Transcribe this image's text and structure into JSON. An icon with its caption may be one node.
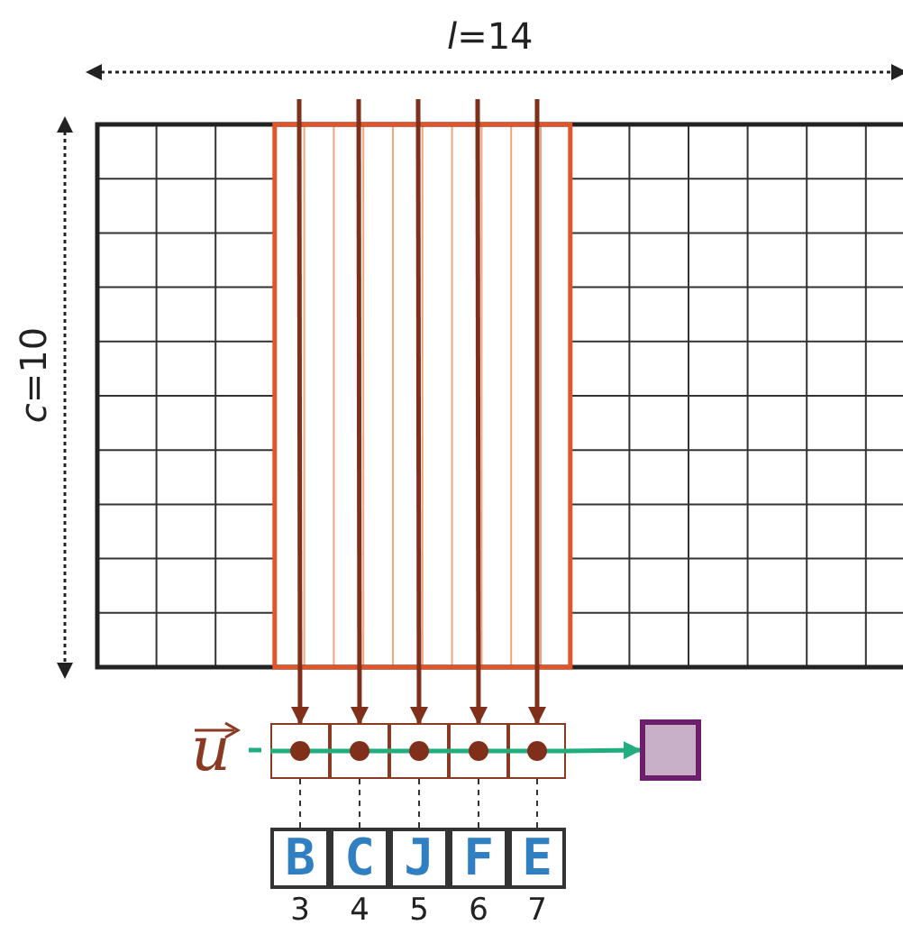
{
  "diagram": {
    "nodes": [
      {
        "text": [],
        "shape": "box"
      },
      {
        "text": [],
        "shape": "box"
      },
      {
        "text": [],
        "shape": "box"
      },
      {
        "text": [],
        "shape": "box"
      },
      {
        "text": [],
        "shape": "box"
      },
      {
        "text": [],
        "shape": "box"
      },
      {
        "text": [
          "B"
        ],
        "beside": [
          "3"
        ]
      },
      {
        "text": [
          "C"
        ],
        "beside": [
          "4"
        ]
      },
      {
        "text": [
          "J"
        ],
        "beside": [
          "5"
        ]
      },
      {
        "text": [
          "F"
        ],
        "beside": [
          "6"
        ]
      },
      {
        "text": [
          "E"
        ],
        "beside": [
          "7"
        ]
      }
    ],
    "edges": [
      {
        "from": null,
        "to": 0,
        "arrow": "to",
        "color": "#7f2f1a"
      },
      {
        "from": null,
        "to": 1,
        "arrow": "to",
        "color": "#7f2f1a"
      },
      {
        "from": null,
        "to": 2,
        "arrow": "to",
        "color": "#7f2f1a"
      },
      {
        "from": null,
        "to": 3,
        "arrow": "to",
        "color": "#7f2f1a"
      },
      {
        "from": null,
        "to": 4,
        "arrow": "to",
        "color": "#7f2f1a"
      },
      {
        "from": null,
        "to": 0,
        "arrow": "none",
        "color": "#22ad7f"
      },
      {
        "from": 4,
        "to": 5,
        "arrow": "to",
        "color": "#22ad7f"
      },
      {
        "from": 0,
        "to": 6,
        "arrow": "none",
        "style": "dashed"
      },
      {
        "from": 1,
        "to": 7,
        "arrow": "none",
        "style": "dashed"
      },
      {
        "from": 2,
        "to": 8,
        "arrow": "none",
        "style": "dashed"
      },
      {
        "from": 3,
        "to": 9,
        "arrow": "none",
        "style": "dashed"
      },
      {
        "from": 4,
        "to": 10,
        "arrow": "none",
        "style": "dashed"
      }
    ],
    "labels": [
      "*l*=14",
      "*c*=10",
      "*u*"
    ]
  }
}
